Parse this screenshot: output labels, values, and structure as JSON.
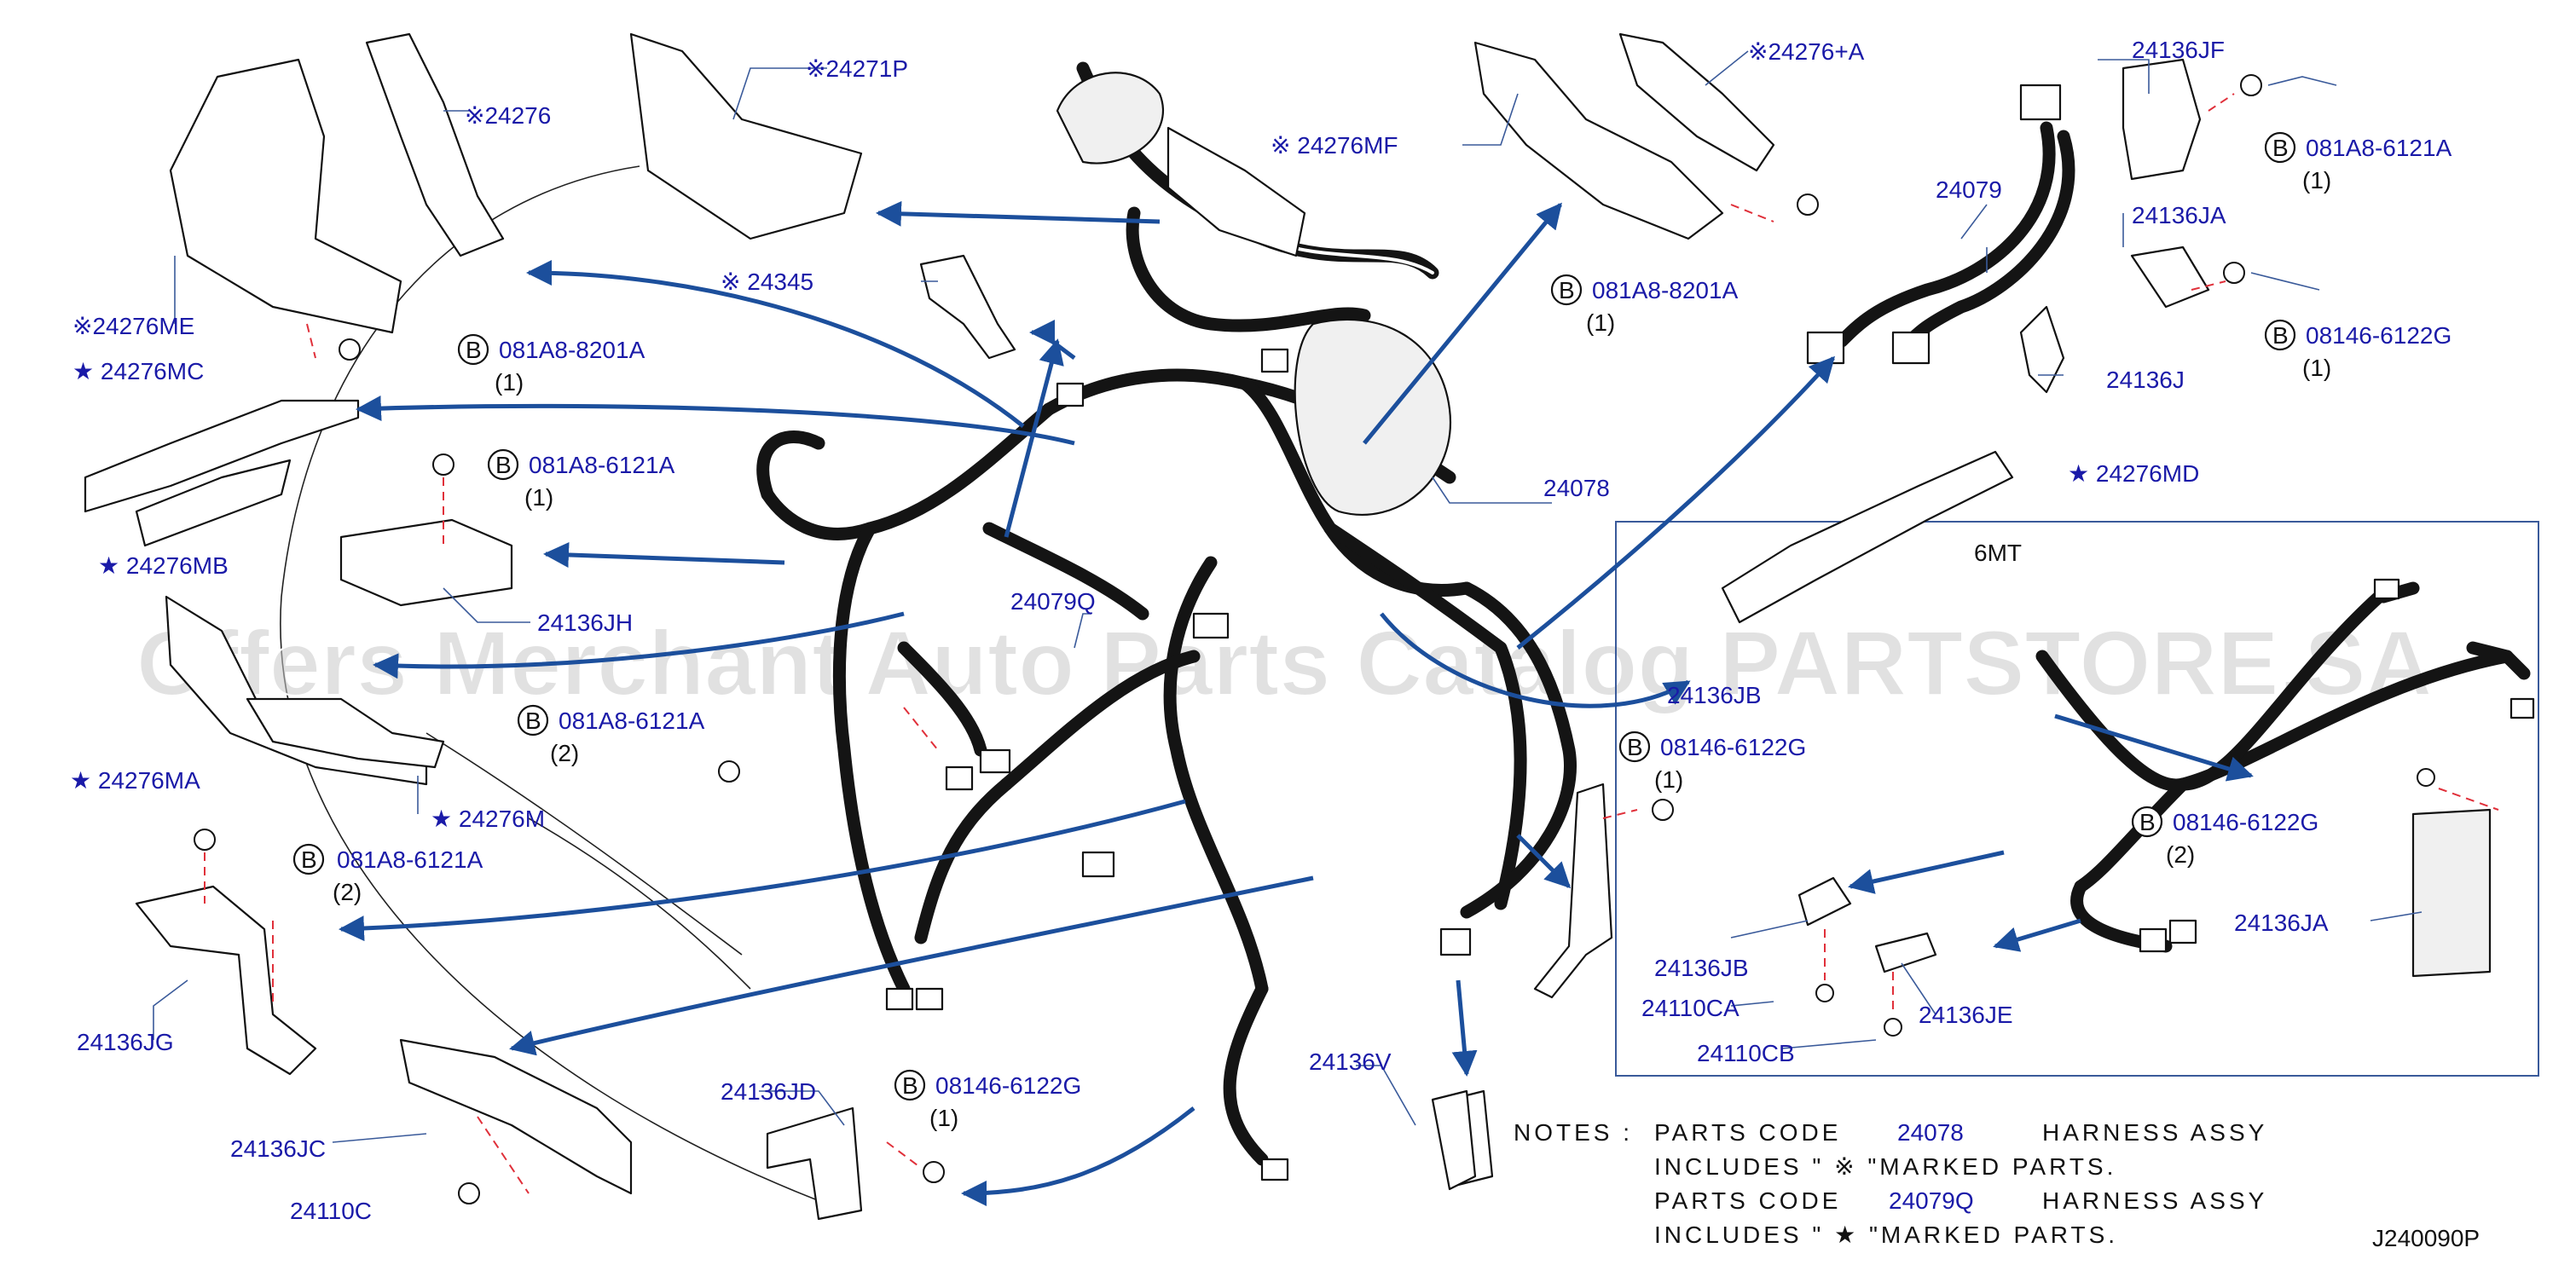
{
  "diagram_id": "J240090P",
  "watermark": "Offers Merchant Auto Parts Catalog PARTSTORE.SA",
  "inset_title": "6MT",
  "symbols": {
    "bolt_badge": "B",
    "kome": "※",
    "star": "★"
  },
  "labels": {
    "p24276": "※24276",
    "p24271P": "※24271P",
    "p24276MF": "※ 24276MF",
    "p24276A": "※24276+A",
    "p24345": "※ 24345",
    "p24276ME": "※24276ME",
    "p24276MC": "★ 24276MC",
    "p24276MB": "★ 24276MB",
    "p24276MA": "★ 24276MA",
    "p24276M": "★ 24276M",
    "p24276MD": "★ 24276MD",
    "p24136JH": "24136JH",
    "p24079Q": "24079Q",
    "p24078": "24078",
    "p24079": "24079",
    "p24136JF": "24136JF",
    "p24136JA_top": "24136JA",
    "p24136J": "24136J",
    "p24136JB_main": "24136JB",
    "p24136JG": "24136JG",
    "p24136JC": "24136JC",
    "p24110C": "24110C",
    "p24136JD": "24136JD",
    "p24136V": "24136V",
    "p24136JB_inset": "24136JB",
    "p24110CA": "24110CA",
    "p24110CB": "24110CB",
    "p24136JE": "24136JE",
    "p24136JA_inset": "24136JA"
  },
  "fasteners": [
    {
      "code": "081A8-8201A",
      "qty": "(1)"
    },
    {
      "code": "081A8-6121A",
      "qty": "(1)"
    },
    {
      "code": "081A8-6121A",
      "qty": "(2)"
    },
    {
      "code": "081A8-6121A",
      "qty": "(2)"
    },
    {
      "code": "081A8-8201A",
      "qty": "(1)"
    },
    {
      "code": "081A8-6121A",
      "qty": "(1)"
    },
    {
      "code": "08146-6122G",
      "qty": "(1)"
    },
    {
      "code": "08146-6122G",
      "qty": "(1)"
    },
    {
      "code": "08146-6122G",
      "qty": "(1)"
    },
    {
      "code": "08146-6122G",
      "qty": "(2)"
    }
  ],
  "notes": {
    "prefix": "NOTES :",
    "line1_a": "PARTS CODE",
    "line1_code": "24078",
    "line1_b": "HARNESS ASSY",
    "line2": "INCLUDES \" ※ \"MARKED PARTS.",
    "line3_a": "PARTS CODE",
    "line3_code": "24079Q",
    "line3_b": "HARNESS ASSY",
    "line4": "INCLUDES \" ★ \"MARKED PARTS."
  }
}
